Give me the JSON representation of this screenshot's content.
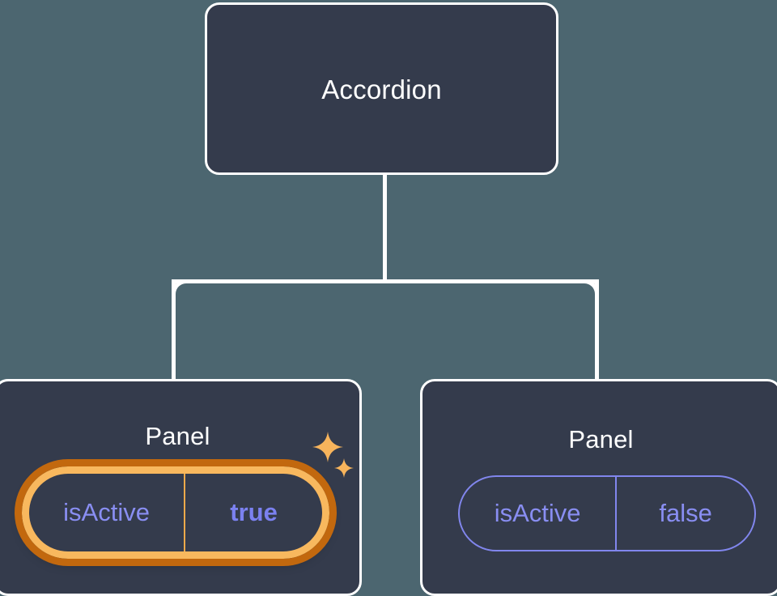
{
  "diagram": {
    "type": "component-tree",
    "background_color": "#4c6670",
    "node_fill": "#343b4c",
    "node_border": "#ffffff",
    "connector_color": "#ffffff",
    "highlight_color": "#f8b85e",
    "highlight_outer_color": "#c2680e",
    "prop_color": "#898ef2"
  },
  "root": {
    "label": "Accordion"
  },
  "children": [
    {
      "label": "Panel",
      "highlighted": true,
      "prop": {
        "key": "isActive",
        "value": "true"
      },
      "sparkle_icons": [
        "sparkle-large-icon",
        "sparkle-small-icon"
      ]
    },
    {
      "label": "Panel",
      "highlighted": false,
      "prop": {
        "key": "isActive",
        "value": "false"
      }
    }
  ]
}
